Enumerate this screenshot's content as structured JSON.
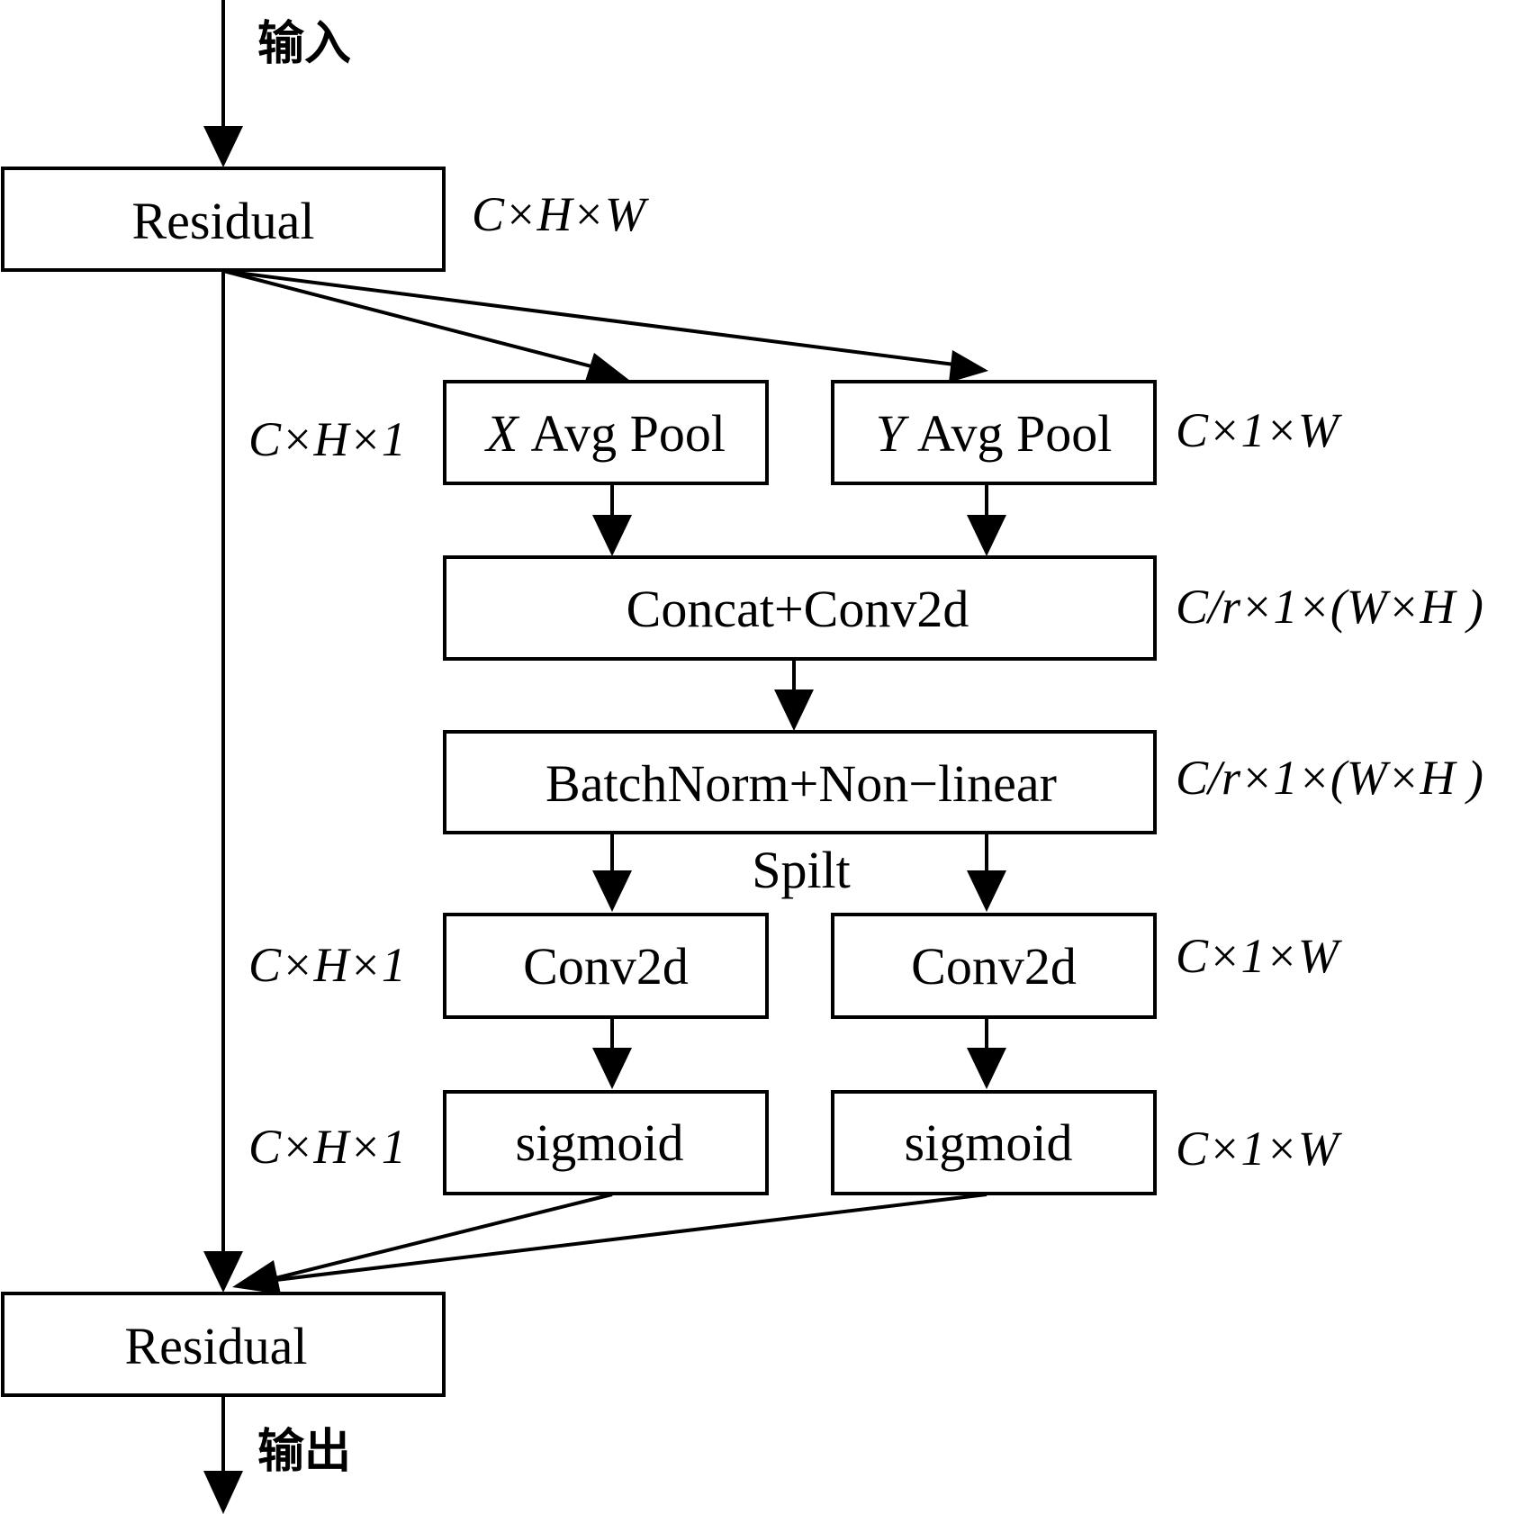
{
  "labels": {
    "input": "输入",
    "output": "输出",
    "split": "Spilt"
  },
  "boxes": {
    "residual_top": "Residual",
    "x_pool_var": "X",
    "x_pool": "Avg Pool",
    "y_pool_var": "Y",
    "y_pool": "Avg Pool",
    "concat": "Concat+Conv2d",
    "batchnorm": "BatchNorm+Non−linear",
    "conv_left": "Conv2d",
    "conv_right": "Conv2d",
    "sigmoid_left": "sigmoid",
    "sigmoid_right": "sigmoid",
    "residual_bottom": "Residual"
  },
  "dims": {
    "residual_top": "C×H×W",
    "x_pool": "C×H×1",
    "y_pool": "C×1×W",
    "concat": "C/r×1×(W×H )",
    "batchnorm": "C/r×1×(W×H )",
    "conv_left": "C×H×1",
    "conv_right": "C×1×W",
    "sigmoid_left": "C×H×1",
    "sigmoid_right": "C×1×W"
  },
  "colors": {
    "stroke": "#000000",
    "background": "#ffffff"
  }
}
